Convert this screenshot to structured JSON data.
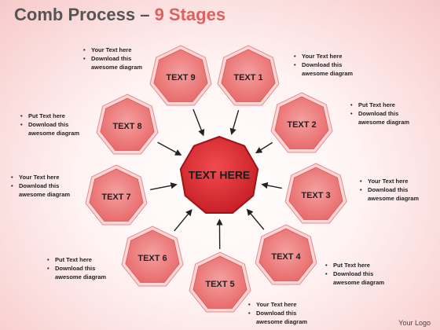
{
  "title": {
    "main": "Comb Process",
    "dash": "–",
    "sub": "9 Stages"
  },
  "center": {
    "label": "TEXT HERE"
  },
  "stages": [
    {
      "label": "TEXT 1"
    },
    {
      "label": "TEXT 2"
    },
    {
      "label": "TEXT 3"
    },
    {
      "label": "TEXT 4"
    },
    {
      "label": "TEXT 5"
    },
    {
      "label": "TEXT 6"
    },
    {
      "label": "TEXT 7"
    },
    {
      "label": "TEXT 8"
    },
    {
      "label": "TEXT 9"
    }
  ],
  "notes": [
    {
      "lines": [
        "Your Text  here",
        "Download this",
        "awesome diagram"
      ]
    },
    {
      "lines": [
        "Put Text  here",
        "Download this",
        "awesome diagram"
      ]
    },
    {
      "lines": [
        "Your Text  here",
        "Download this",
        "awesome diagram"
      ]
    },
    {
      "lines": [
        "Put Text  here",
        "Download this",
        "awesome diagram"
      ]
    },
    {
      "lines": [
        "Your Text  here",
        "Download this",
        "awesome diagram"
      ]
    },
    {
      "lines": [
        "Put Text  here",
        "Download this",
        "awesome diagram"
      ]
    },
    {
      "lines": [
        "Your Text  here",
        "Download this",
        "awesome diagram"
      ]
    },
    {
      "lines": [
        "Put Text  here",
        "Download this",
        "awesome diagram"
      ]
    },
    {
      "lines": [
        "Your Text  here",
        "Download this",
        "awesome diagram"
      ]
    }
  ],
  "footer": {
    "logo_text": "Your Logo"
  },
  "colors": {
    "hexagon_fill": "#f08c8c",
    "hexagon_edge": "#fbd6d6",
    "hexagon_inner": "#ee7272",
    "center_fill": "#e8333a",
    "center_edge": "#9e1318",
    "text_dark": "#222222",
    "accent": "#e06060"
  }
}
